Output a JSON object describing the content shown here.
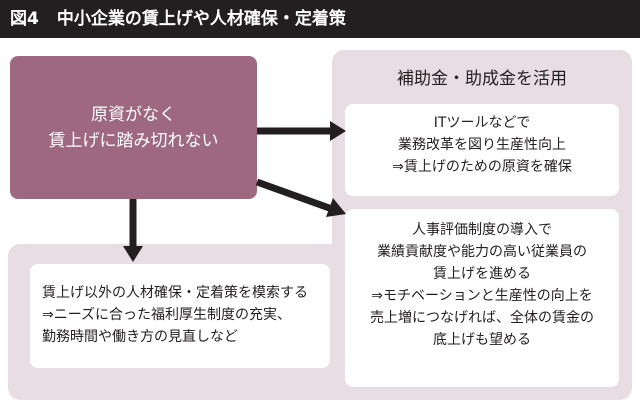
{
  "header": {
    "figure_number": "図4",
    "title": "中小企業の賃上げや人材確保・定着策"
  },
  "problem_box": {
    "lines": [
      "原資がなく",
      "賃上げに踏み切れない"
    ]
  },
  "subsidy_panel": {
    "title": "補助金・助成金を活用"
  },
  "outcome_it": {
    "lines": [
      "ITツールなどで",
      "業務改革を図り生産性向上",
      "⇒賃上げのための原資を確保"
    ]
  },
  "outcome_hr": {
    "lines": [
      "人事評価制度の導入で",
      "業績貢献度や能力の高い従業員の",
      "賃上げを進める",
      "⇒モチベーションと生産性の向上を",
      "売上増につなげれば、全体の賃金の",
      "底上げも望める"
    ]
  },
  "alternative": {
    "lines": [
      "賃上げ以外の人材確保・定着策を模索する",
      "⇒ニーズに合った福利厚生制度の充実、",
      "勤務時間や働き方の見直しなど"
    ]
  },
  "colors": {
    "header_bg": "#231f20",
    "accent": "#9e6980",
    "panel_bg": "#e8dde3",
    "arrow": "#231f20"
  }
}
